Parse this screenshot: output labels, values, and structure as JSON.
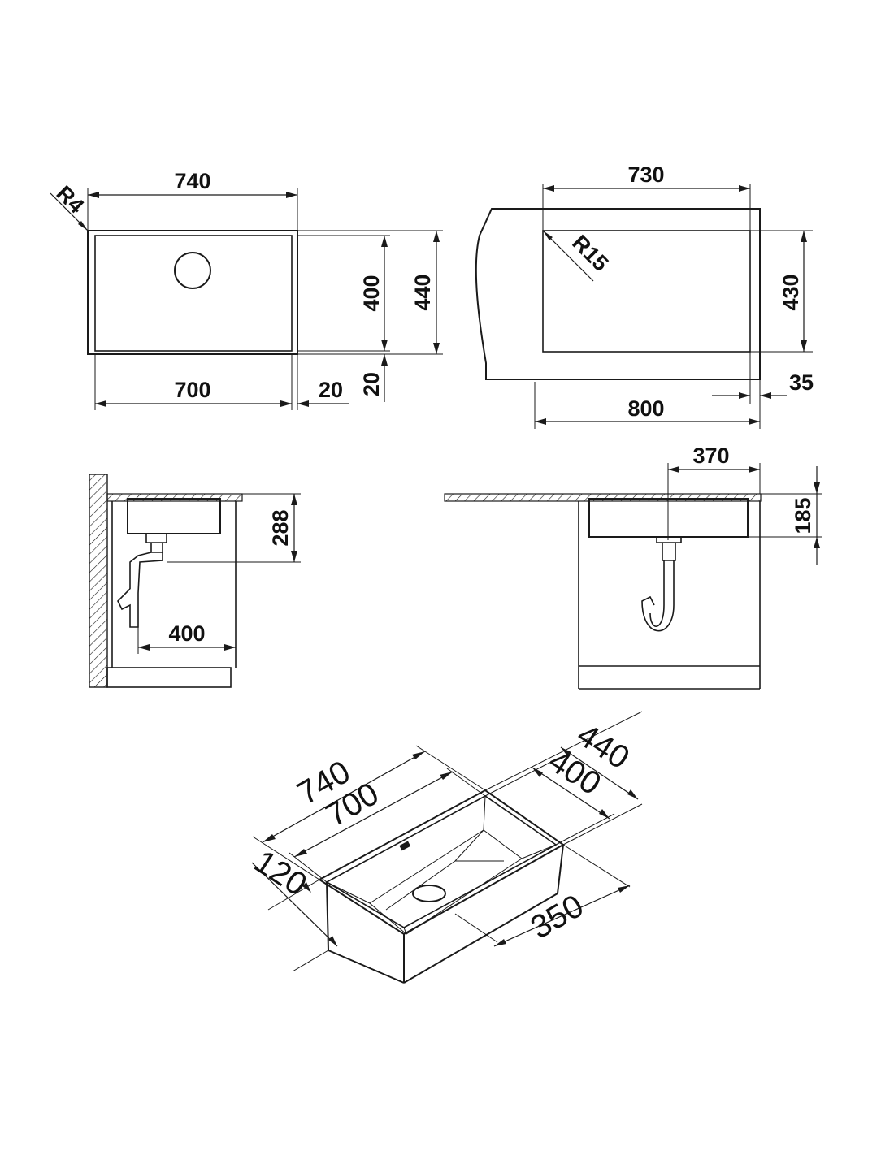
{
  "plan_view": {
    "dims": {
      "outer_width": "740",
      "inner_width": "700",
      "gap": "20",
      "inner_depth": "400",
      "outer_depth": "440",
      "flange": "20",
      "corner_radius": "R4"
    }
  },
  "cutout_view": {
    "dims": {
      "cutout_width": "730",
      "cabinet_width": "800",
      "cutout_depth": "430",
      "offset": "35",
      "corner_radius": "R15"
    }
  },
  "side_view": {
    "dims": {
      "height": "288",
      "drain_offset": "400"
    }
  },
  "front_view": {
    "dims": {
      "drain_position": "370",
      "height": "185"
    }
  },
  "iso_view": {
    "dims": {
      "outer_length": "740",
      "inner_length": "700",
      "outer_width": "440",
      "inner_width": "400",
      "depth": "120",
      "drain_position": "350"
    }
  }
}
